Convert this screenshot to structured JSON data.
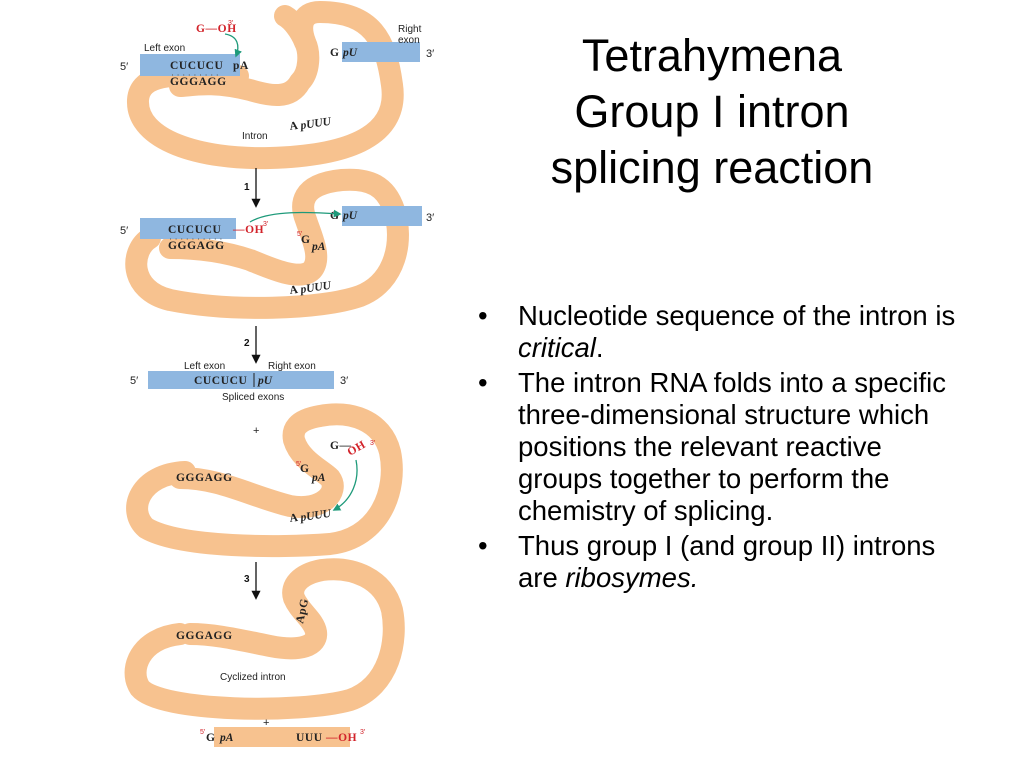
{
  "slide": {
    "title_lines": [
      "Tetrahymena",
      "Group I intron",
      "splicing reaction"
    ],
    "bullets": [
      {
        "text": "Nucleotide sequence of the intron is ",
        "emph": "critical",
        "tail": "."
      },
      {
        "text": "The intron RNA folds into a specific three-dimensional structure which positions the relevant reactive groups together to perform the chemistry of splicing.",
        "emph": "",
        "tail": ""
      },
      {
        "text": "Thus group I (and group II) introns are ",
        "emph": "ribosymes.",
        "tail": ""
      }
    ],
    "bullet_char": "•"
  },
  "diagram": {
    "five_prime": "5′",
    "three_prime": "3′",
    "plus": "+",
    "hydroxyl_3": "OH",
    "sup3": "3′",
    "sup5": "5′",
    "g": "G",
    "panel1": {
      "left_exon_label": "Left exon",
      "right_exon_label_1": "Right",
      "right_exon_label_2": "exon",
      "left_seq": "CUCUCU",
      "pa": "pA",
      "pair_seq": "GGGAGG",
      "gpu_g": "G",
      "gpu_pu": "pU",
      "apuuu_a": "A",
      "apuuu_rest": "pUUU",
      "intron_label": "Intron",
      "g_oh": "G—OH"
    },
    "step1": "1",
    "panel2": {
      "left_seq": "CUCUCU",
      "oh": "—OH",
      "pair_seq": "GGGAGG",
      "gpu_g": "G",
      "gpu_pu": "pU",
      "gpa_g": "G",
      "gpa_pa": "pA",
      "apuuu_a": "A",
      "apuuu_rest": "pUUU"
    },
    "step2": "2",
    "panel3": {
      "left_exon_label": "Left exon",
      "right_exon_label": "Right exon",
      "spliced_seq": "CUCUCU",
      "spliced_pu": "pU",
      "spliced_label": "Spliced exons",
      "pair_seq": "GGGAGG",
      "g_oh": "G—",
      "oh": "OH",
      "gpa_g": "G",
      "gpa_pa": "pA",
      "apuuu_a": "A",
      "apuuu_rest": "pUUU"
    },
    "step3": "3",
    "panel4": {
      "pair_seq": "GGGAGG",
      "apg": "ApG",
      "cyclized_label": "Cyclized intron",
      "frag_g": "G",
      "frag_pa": "pA",
      "frag_uuu": "UUU",
      "frag_oh": "—OH"
    }
  },
  "colors": {
    "tube": "#f7c28f",
    "exon": "#8fb7e0",
    "hydroxyl_red": "#d2232a",
    "arrow_green": "#1e9a7a"
  }
}
